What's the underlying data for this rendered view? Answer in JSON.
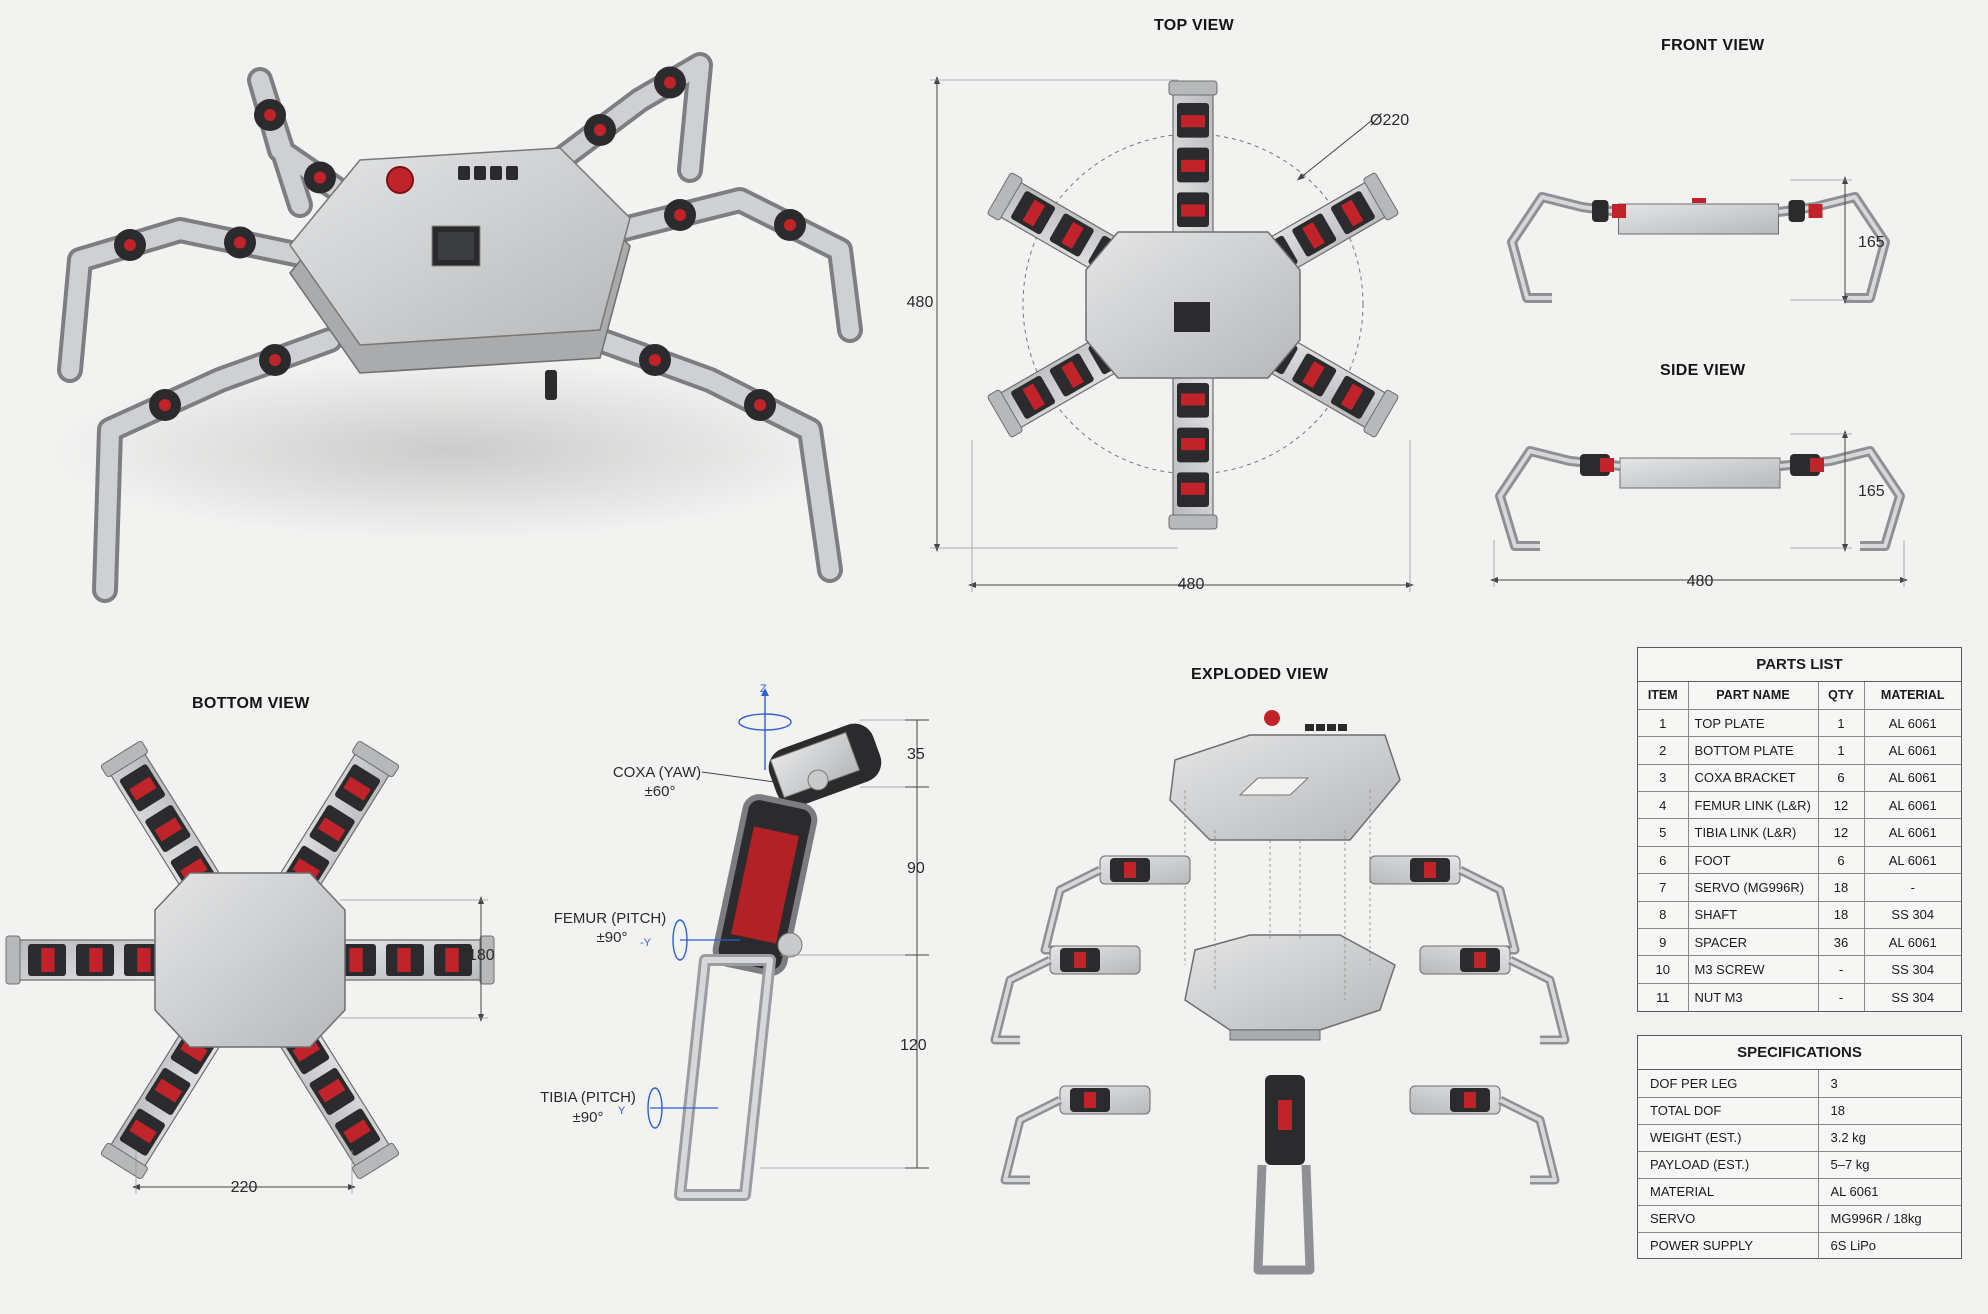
{
  "views": {
    "top": "TOP VIEW",
    "front": "FRONT VIEW",
    "side": "SIDE VIEW",
    "bottom": "BOTTOM VIEW",
    "exploded": "EXPLODED VIEW"
  },
  "dimensions": {
    "top_diameter": "Ø220",
    "top_height": "480",
    "top_width": "480",
    "front_height": "165",
    "side_height": "165",
    "side_width": "480",
    "bottom_height": "180",
    "bottom_width": "220",
    "leg_coxa": "35",
    "leg_femur": "90",
    "leg_tibia": "120"
  },
  "joints": {
    "coxa_name": "COXA (YAW)",
    "coxa_range": "±60°",
    "femur_name": "FEMUR (PITCH)",
    "femur_range": "±90°",
    "tibia_name": "TIBIA (PITCH)",
    "tibia_range": "±90°",
    "axis_z": "Z",
    "axis_y": "-Y",
    "axis_y2": "Y"
  },
  "parts_list": {
    "title": "PARTS LIST",
    "headers": [
      "ITEM",
      "PART NAME",
      "QTY",
      "MATERIAL"
    ],
    "rows": [
      [
        "1",
        "TOP PLATE",
        "1",
        "AL 6061"
      ],
      [
        "2",
        "BOTTOM PLATE",
        "1",
        "AL 6061"
      ],
      [
        "3",
        "COXA BRACKET",
        "6",
        "AL 6061"
      ],
      [
        "4",
        "FEMUR LINK (L&R)",
        "12",
        "AL 6061"
      ],
      [
        "5",
        "TIBIA LINK (L&R)",
        "12",
        "AL 6061"
      ],
      [
        "6",
        "FOOT",
        "6",
        "AL 6061"
      ],
      [
        "7",
        "SERVO (MG996R)",
        "18",
        "-"
      ],
      [
        "8",
        "SHAFT",
        "18",
        "SS 304"
      ],
      [
        "9",
        "SPACER",
        "36",
        "AL 6061"
      ],
      [
        "10",
        "M3 SCREW",
        "-",
        "SS 304"
      ],
      [
        "11",
        "NUT M3",
        "-",
        "SS 304"
      ]
    ]
  },
  "specifications": {
    "title": "SPECIFICATIONS",
    "rows": [
      [
        "DOF PER LEG",
        "3"
      ],
      [
        "TOTAL DOF",
        "18"
      ],
      [
        "WEIGHT (EST.)",
        "3.2 kg"
      ],
      [
        "PAYLOAD (EST.)",
        "5–7 kg"
      ],
      [
        "MATERIAL",
        "AL 6061"
      ],
      [
        "SERVO",
        "MG996R / 18kg"
      ],
      [
        "POWER SUPPLY",
        "6S LiPo"
      ]
    ]
  },
  "colors": {
    "metal": "#c9cacb",
    "metal_dark": "#8e9093",
    "servo": "#2b2b2d",
    "accent_red": "#c0242a",
    "axis_blue": "#2f5fd0",
    "line": "#555555"
  }
}
